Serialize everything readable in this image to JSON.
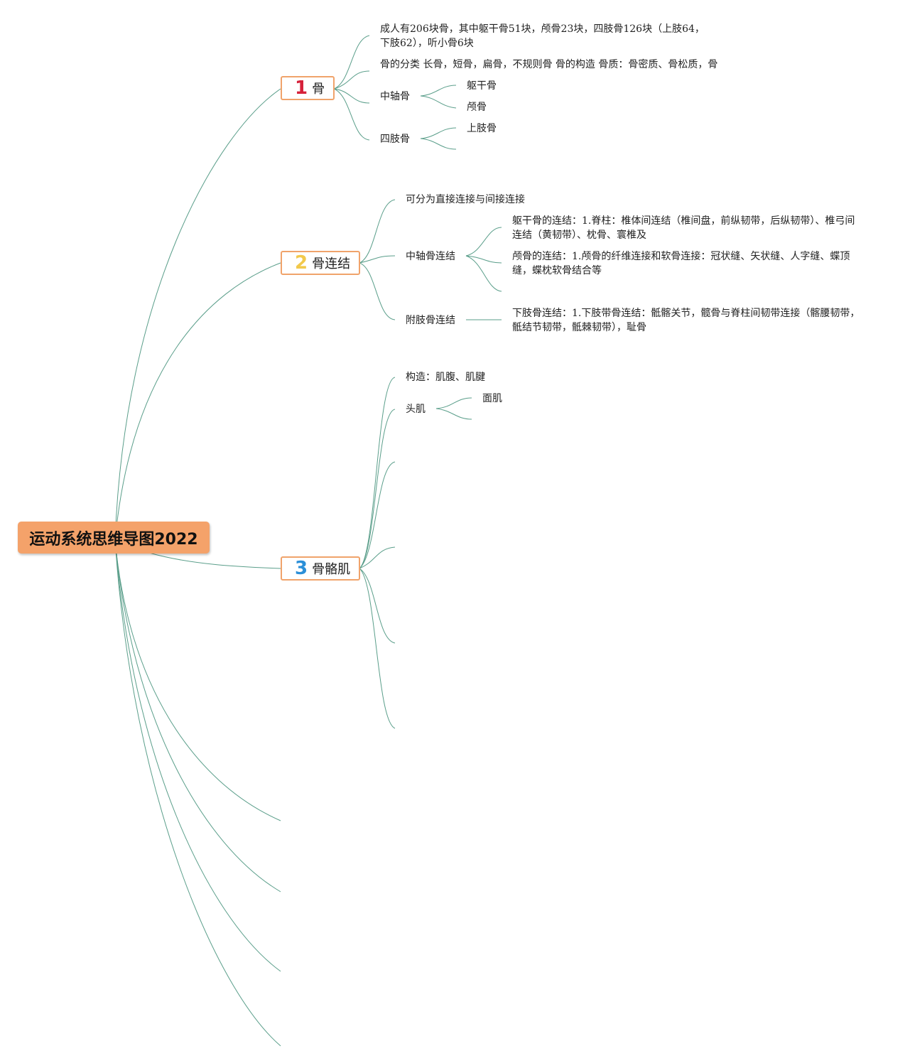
{
  "root": {
    "title": "运动系统思维导图2022"
  },
  "branches": [
    {
      "num": "1",
      "label": "骨",
      "num_color": "#d6213a"
    },
    {
      "num": "2",
      "label": "骨连结",
      "num_color": "#f2c94c"
    },
    {
      "num": "3",
      "label": "骨骼肌",
      "num_color": "#2b8fd8"
    }
  ],
  "bone": {
    "count": "成人有206块骨，其中躯干骨51块，颅骨23块，四肢骨126块（上肢64，下肢62），听小骨6块",
    "classification": "骨的分类 长骨，短骨，扁骨，不规则骨 骨的构造 骨质：骨密质、骨松质，骨",
    "axial": {
      "label": "中轴骨",
      "children": [
        "躯干骨",
        "颅骨"
      ]
    },
    "limb": {
      "label": "四肢骨",
      "children": [
        "上肢骨"
      ]
    }
  },
  "joint": {
    "intro": "可分为直接连接与间接连接",
    "axial": {
      "label": "中轴骨连结",
      "children": [
        "躯干骨的连结：1.脊柱：椎体间连结（椎间盘，前纵韧带，后纵韧带）、椎弓间连结（黄韧带）、枕骨、寰椎及",
        "颅骨的连结：1.颅骨的纤维连接和软骨连接：冠状缝、矢状缝、人字缝、蝶顶缝，蝶枕软骨结合等"
      ]
    },
    "appendicular": {
      "label": "附肢骨连结",
      "children": [
        "下肢骨连结：1.下肢带骨连结：骶髂关节，髋骨与脊柱间韧带连接（髂腰韧带，骶结节韧带，骶棘韧带），耻骨"
      ]
    }
  },
  "muscle": {
    "structure": "构造：肌腹、肌腱",
    "head": {
      "label": "头肌",
      "children": [
        "面肌"
      ]
    }
  },
  "colors": {
    "link": "#5a9e8a",
    "root_fill": "#f4a26a",
    "branch_border": "#f0a36b"
  }
}
